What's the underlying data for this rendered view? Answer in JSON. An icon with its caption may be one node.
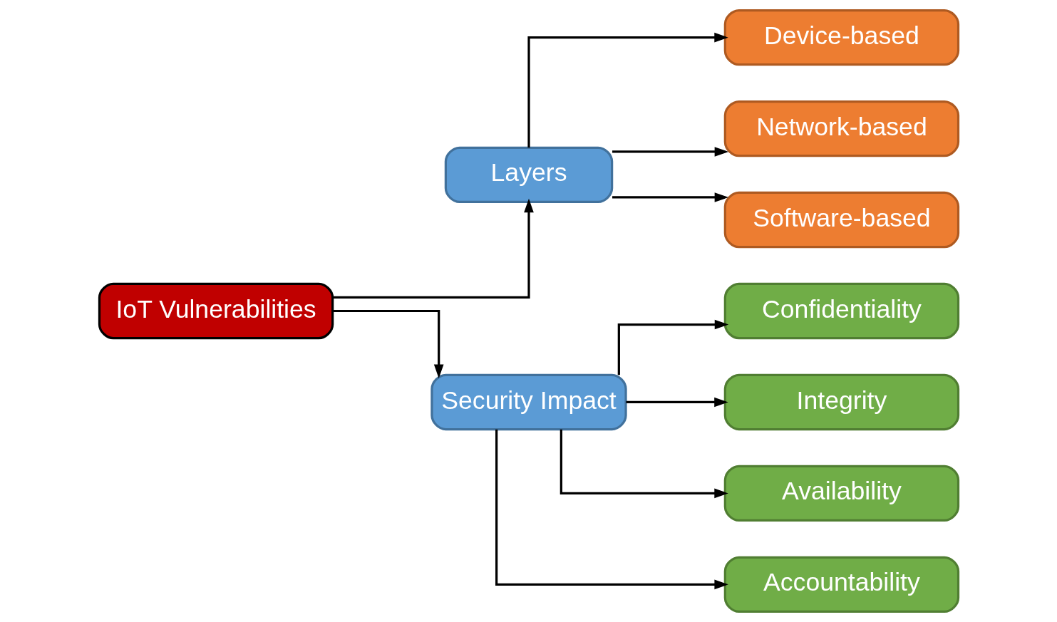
{
  "diagram": {
    "nodes": [
      {
        "text": [
          "IoT Vulnerabilities"
        ]
      },
      {
        "text": [
          "Layers"
        ]
      },
      {
        "text": [
          "Device-based"
        ]
      },
      {
        "text": [
          "Network-based"
        ]
      },
      {
        "text": [
          "Software-based"
        ]
      },
      {
        "text": [
          "Security Impact"
        ]
      },
      {
        "text": [
          "Confidentiality"
        ]
      },
      {
        "text": [
          "Integrity"
        ]
      },
      {
        "text": [
          "Availability"
        ]
      },
      {
        "text": [
          "Accountability"
        ]
      }
    ],
    "edges": [
      {
        "from": 0,
        "to": 1,
        "arrow": "to"
      },
      {
        "from": 0,
        "to": 5,
        "arrow": "to"
      },
      {
        "from": 1,
        "to": 2,
        "arrow": "to"
      },
      {
        "from": 1,
        "to": 3,
        "arrow": "to"
      },
      {
        "from": 1,
        "to": 4,
        "arrow": "to"
      },
      {
        "from": 5,
        "to": 6,
        "arrow": "to"
      },
      {
        "from": 5,
        "to": 7,
        "arrow": "to"
      },
      {
        "from": 5,
        "to": 8,
        "arrow": "to"
      },
      {
        "from": 5,
        "to": 9,
        "arrow": "to"
      }
    ]
  }
}
